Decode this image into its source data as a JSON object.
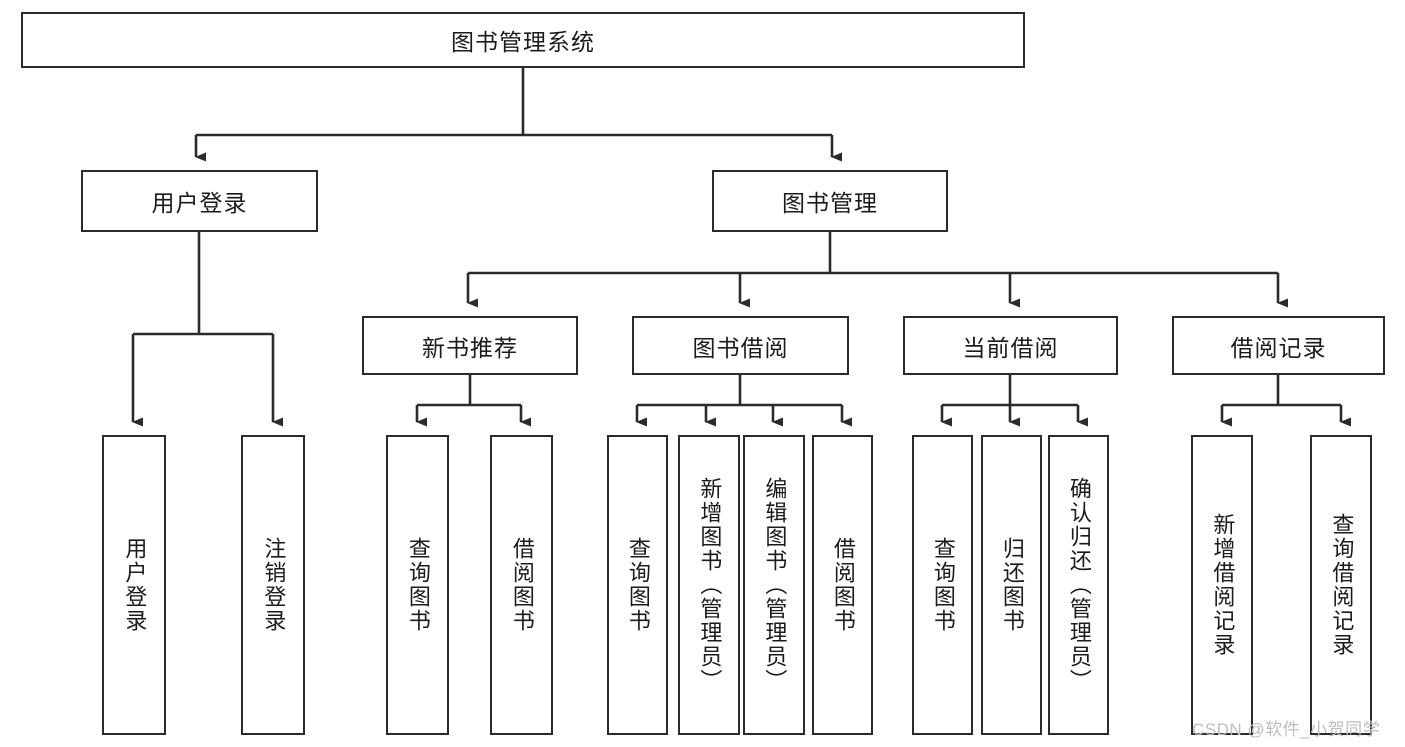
{
  "diagram": {
    "title": "图书管理系统",
    "root": {
      "label": "图书管理系统"
    },
    "level2": [
      {
        "label": "用户登录"
      },
      {
        "label": "图书管理"
      }
    ],
    "level3": [
      {
        "label": "新书推荐"
      },
      {
        "label": "图书借阅"
      },
      {
        "label": "当前借阅"
      },
      {
        "label": "借阅记录"
      }
    ],
    "leaves": {
      "user_login": [
        {
          "label": "用户登录"
        },
        {
          "label": "注销登录"
        }
      ],
      "new_book_recommend": [
        {
          "label": "查询图书"
        },
        {
          "label": "借阅图书"
        }
      ],
      "book_borrow": [
        {
          "label": "查询图书"
        },
        {
          "label": "新增图书（管理员）"
        },
        {
          "label": "编辑图书（管理员）"
        },
        {
          "label": "借阅图书"
        }
      ],
      "current_borrow": [
        {
          "label": "查询图书"
        },
        {
          "label": "归还图书"
        },
        {
          "label": "确认归还（管理员）"
        }
      ],
      "borrow_record": [
        {
          "label": "新增借阅记录"
        },
        {
          "label": "查询借阅记录"
        }
      ]
    }
  },
  "watermark": {
    "text": "CSDN @软件_小贺同学"
  },
  "colors": {
    "stroke": "#2b2b2b",
    "fill": "#ffffff",
    "text": "#1b1b1b",
    "watermark": "#bdbdbd"
  }
}
